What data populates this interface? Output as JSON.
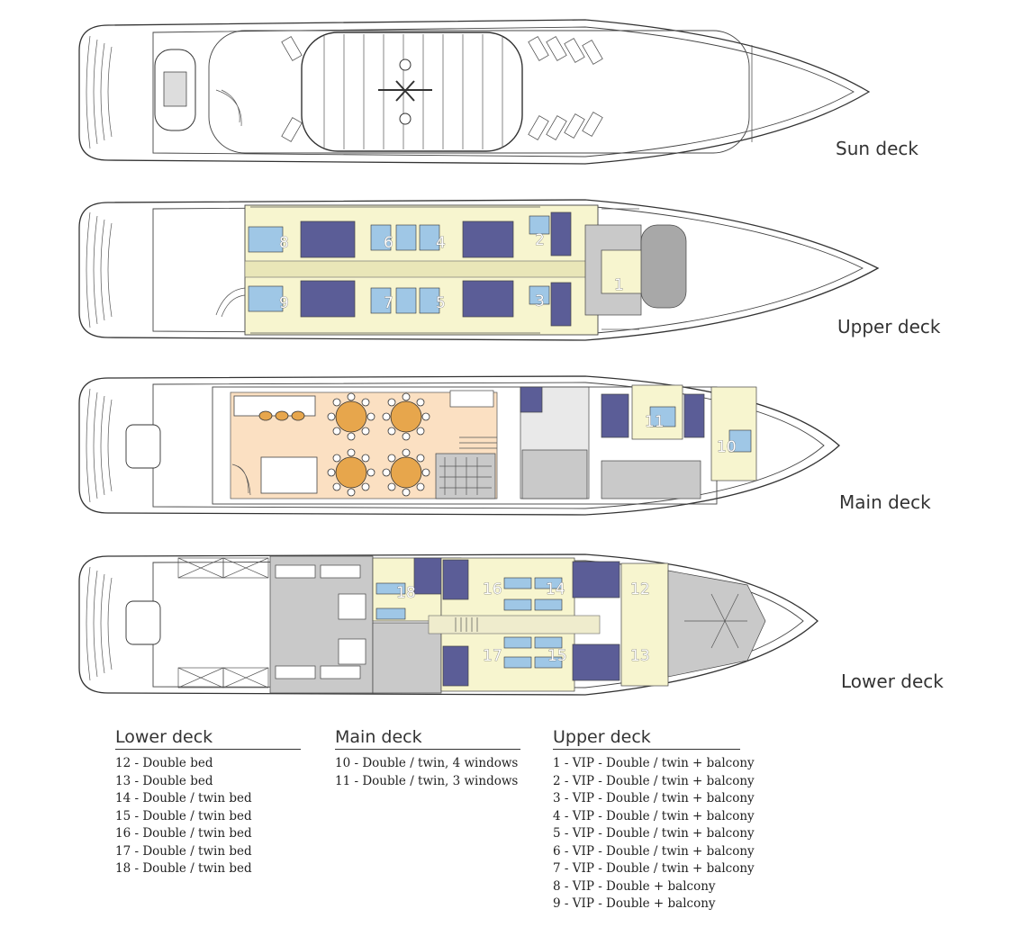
{
  "decks": {
    "sun": {
      "label": "Sun deck"
    },
    "upper": {
      "label": "Upper deck",
      "cabins": [
        "1",
        "2",
        "3",
        "4",
        "5",
        "6",
        "7",
        "8",
        "9"
      ]
    },
    "main": {
      "label": "Main deck",
      "cabins": [
        "10",
        "11"
      ]
    },
    "lower": {
      "label": "Lower deck",
      "cabins": [
        "12",
        "13",
        "14",
        "15",
        "16",
        "17",
        "18"
      ]
    }
  },
  "legend": {
    "lower": {
      "title": "Lower deck",
      "items": [
        "12 - Double bed",
        "13 - Double bed",
        "14 - Double / twin bed",
        "15 - Double / twin bed",
        "16 - Double / twin bed",
        "17 - Double / twin bed",
        "18 - Double / twin bed"
      ]
    },
    "main": {
      "title": "Main deck",
      "items": [
        "10 - Double / twin, 4 windows",
        "11 - Double / twin, 3 windows"
      ]
    },
    "upper": {
      "title": "Upper deck",
      "items": [
        "1  - VIP - Double / twin + balcony",
        "2  - VIP - Double / twin + balcony",
        "3  - VIP - Double / twin + balcony",
        "4  - VIP - Double / twin + balcony",
        "5  - VIP - Double / twin + balcony",
        "6  - VIP - Double / twin + balcony",
        "7  - VIP - Double / twin + balcony",
        "8  - VIP - Double + balcony",
        "9  - VIP - Double + balcony"
      ]
    }
  },
  "colors": {
    "cabin": "#f7f5cf",
    "bathroom": "#5b5d97",
    "salon": "#fbe0c2",
    "table": "#e7a64c",
    "service": "#c9c9c9",
    "bed": "#9fc7e6"
  }
}
